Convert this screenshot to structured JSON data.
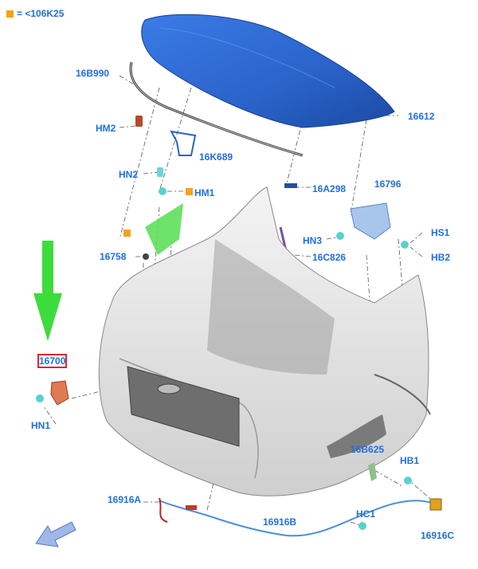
{
  "legend": {
    "text": "= <106K25",
    "marker_color": "#f5a21b"
  },
  "labels": {
    "p16B990": "16B990",
    "p16612": "16612",
    "hm2": "HM2",
    "p16K689": "16K689",
    "hn2": "HN2",
    "hm1": "HM1",
    "p16A298": "16A298",
    "p16796": "16796",
    "hn3": "HN3",
    "hs1": "HS1",
    "hb2": "HB2",
    "p16758": "16758",
    "p16C826": "16C826",
    "p16700": "16700",
    "hn1": "HN1",
    "p16B625": "16B625",
    "hb1": "HB1",
    "p16916A": "16916A",
    "hc1": "HC1",
    "p16916B": "16916B",
    "p16916C": "16916C"
  },
  "colors": {
    "label": "#1f6fe0",
    "hood": "#2a63c9",
    "highlight": "#5de05a",
    "arrow_green": "#3cdc3c",
    "callout_box": "#e0232b",
    "marker": "#f5a21b",
    "cable": "#4a90d8"
  },
  "icons": [
    "down-arrow-icon",
    "view-direction-arrow-icon"
  ]
}
